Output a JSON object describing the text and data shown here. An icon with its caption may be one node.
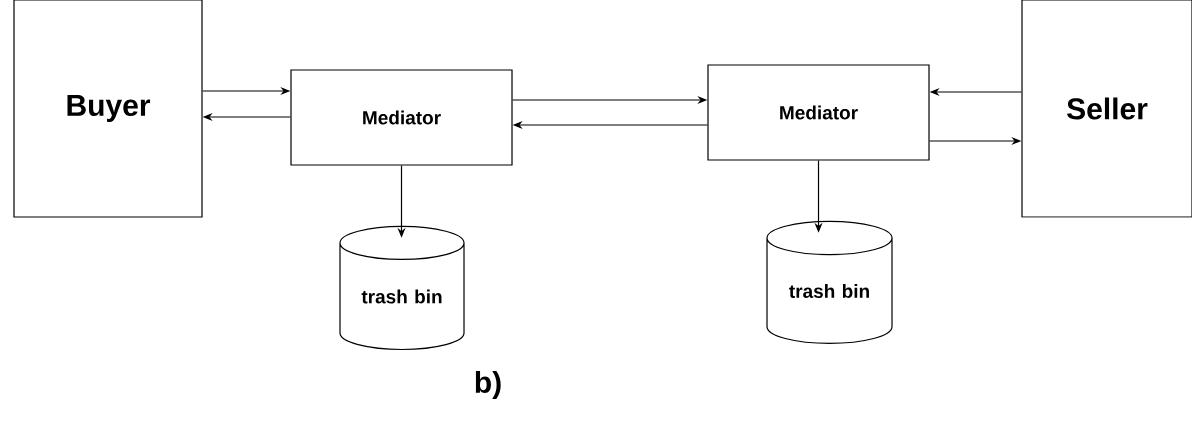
{
  "diagram": {
    "nodes": [
      {
        "text": [
          "Buyer"
        ]
      },
      {
        "text": [
          "Mediator"
        ]
      },
      {
        "text": [
          "Mediator"
        ]
      },
      {
        "text": [
          "Seller"
        ]
      },
      {
        "text": [
          "trash bin"
        ]
      },
      {
        "text": [
          "trash bin"
        ]
      }
    ],
    "edges": [
      {
        "from": 0,
        "to": 1,
        "arrow": "to"
      },
      {
        "from": 1,
        "to": 0,
        "arrow": "to"
      },
      {
        "from": 1,
        "to": 2,
        "arrow": "to"
      },
      {
        "from": 2,
        "to": 1,
        "arrow": "to"
      },
      {
        "from": 3,
        "to": 2,
        "arrow": "to"
      },
      {
        "from": 2,
        "to": 3,
        "arrow": "to"
      },
      {
        "from": 1,
        "to": 4,
        "arrow": "to"
      },
      {
        "from": 2,
        "to": 5,
        "arrow": "to"
      }
    ],
    "labels": [
      "b)"
    ]
  }
}
